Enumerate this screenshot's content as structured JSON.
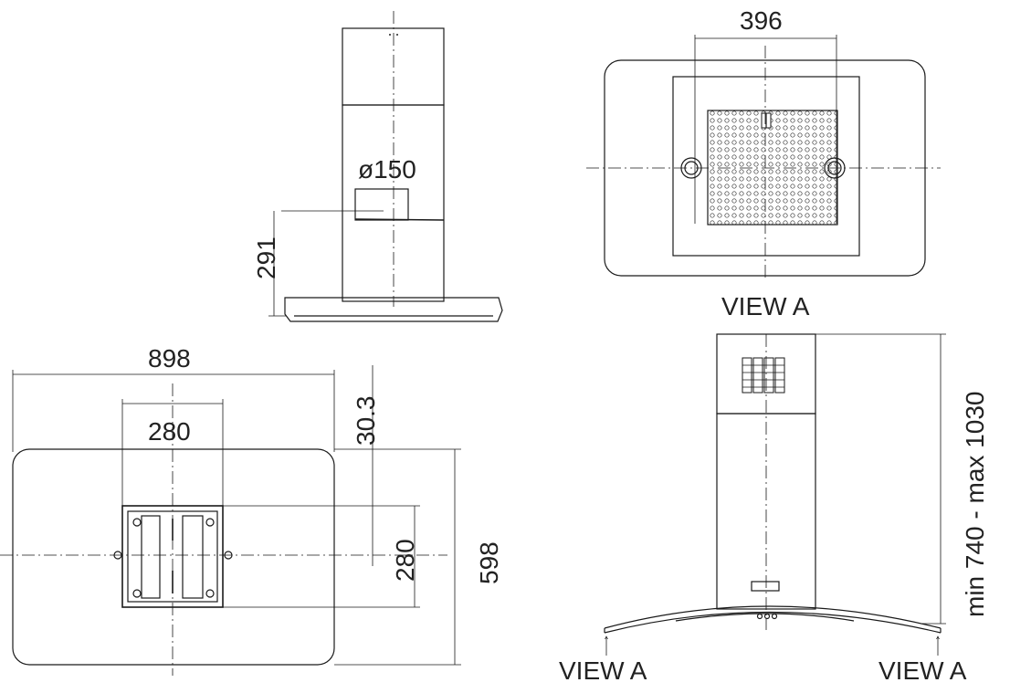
{
  "dimensions": {
    "duct_diameter": "ø150",
    "height_291": "291",
    "filter_width": "396",
    "view_label": "VIEW A",
    "total_width": "898",
    "bracket_width": "280",
    "offset": "30.3",
    "bracket_height": "280",
    "depth": "598",
    "chimney_height": "min 740 - max 1030",
    "view_label_left": "VIEW A",
    "view_label_right": "VIEW A"
  }
}
